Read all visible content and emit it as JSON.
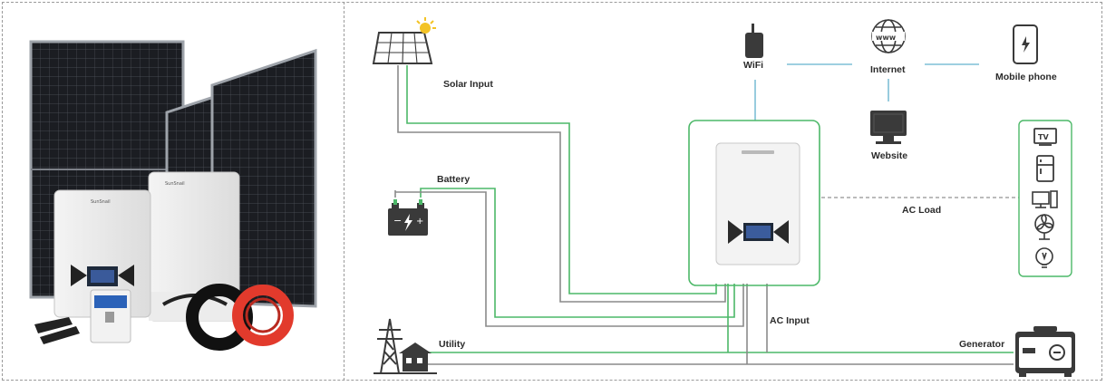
{
  "product_photo": {
    "brand_mark": "SunSnail"
  },
  "diagram": {
    "labels": {
      "solar_input": "Solar Input",
      "battery": "Battery",
      "utility": "Utility",
      "wifi": "WiFi",
      "internet": "Internet",
      "website": "Website",
      "mobile_phone": "Mobile phone",
      "ac_load": "AC Load",
      "ac_input": "AC Input",
      "generator": "Generator"
    },
    "icons": [
      "solar-panel-icon",
      "sun-icon",
      "battery-icon",
      "utility-tower-icon",
      "wifi-router-icon",
      "internet-globe-icon",
      "website-monitor-icon",
      "mobile-phone-icon",
      "generator-icon",
      "tv-icon",
      "fridge-icon",
      "computer-icon",
      "fan-icon",
      "light-bulb-icon",
      "inverter-icon"
    ],
    "colors": {
      "green_line": "#4cb868",
      "gray_line": "#8a8a8a",
      "blue_line": "#7fbfd6",
      "icon_dark": "#3a3a3a"
    }
  }
}
